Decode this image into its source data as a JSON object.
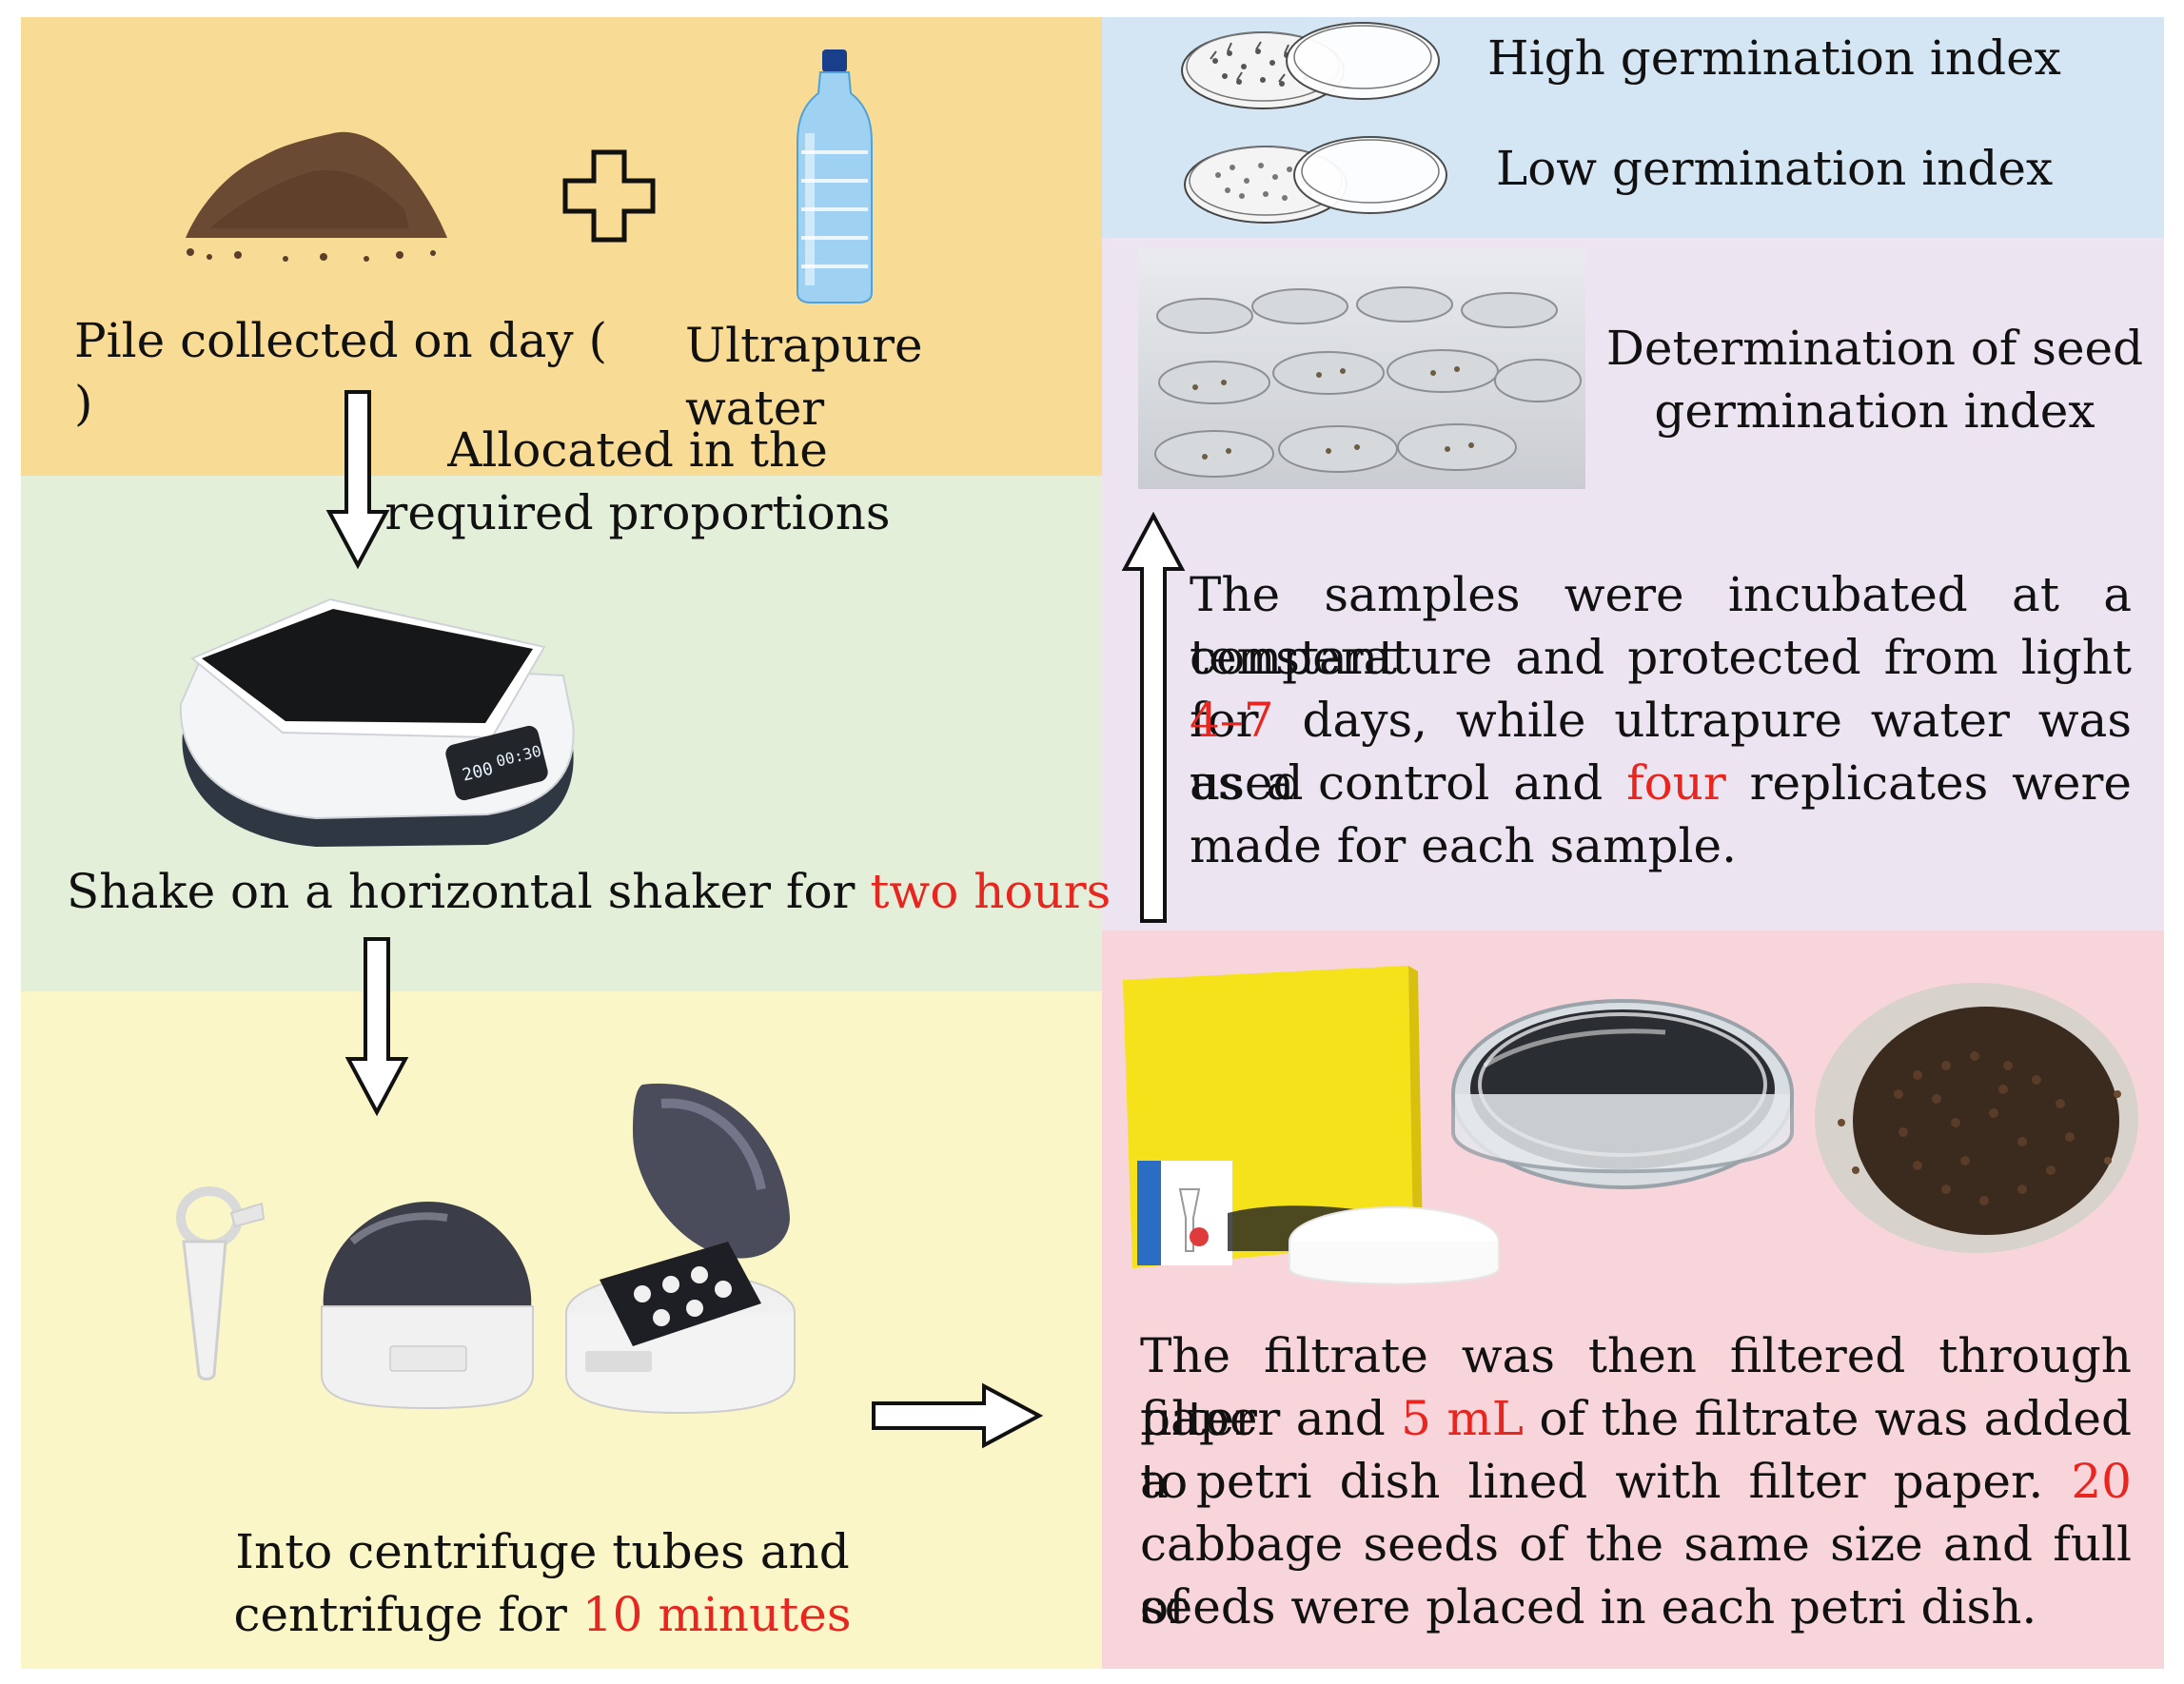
{
  "colors": {
    "orange": "#f8dc95",
    "green": "#e3efd8",
    "yellow": "#faf6c7",
    "blue": "#d4e6f4",
    "lavender": "#ece4f1",
    "pink": "#f8d4db",
    "highlight": "#e8261f"
  },
  "left": {
    "pile_label": "Pile collected on day ( )",
    "water_label": "Ultrapure water",
    "allocated_line1": "Allocated in the",
    "allocated_line2": "required proportions",
    "shaker_text": "Shake on a horizontal shaker for ",
    "shaker_highlight": "two hours",
    "shaker_display_left": "200",
    "shaker_display_right": "00:30",
    "centrifuge_line1": "Into centrifuge tubes and",
    "centrifuge_line2_text": "centrifuge for ",
    "centrifuge_highlight": "10 minutes"
  },
  "right": {
    "high_index": "High germination index",
    "low_index": "Low germination index",
    "determination_line1": "Determination of seed",
    "determination_line2": "germination index",
    "incubation": {
      "line1": "The samples were incubated at a constant",
      "line2": "temperature and protected from light for",
      "line3_highlight": "4–7",
      "line3_text": " days, while ultrapure water was used",
      "line4_text_a": "as a control and ",
      "line4_highlight": "four",
      "line4_text_b": " replicates were",
      "line5": "made for each sample."
    },
    "filtrate": {
      "line1": "The filtrate was then filtered through filter",
      "line2_text_a": "paper and ",
      "line2_highlight": "5 mL",
      "line2_text_b": " of the filtrate was added to",
      "line3_text": "a petri dish lined with filter paper. ",
      "line3_highlight": "20",
      "line4": "cabbage seeds of the same size and full of",
      "line5": "seeds were placed in each petri dish."
    }
  }
}
